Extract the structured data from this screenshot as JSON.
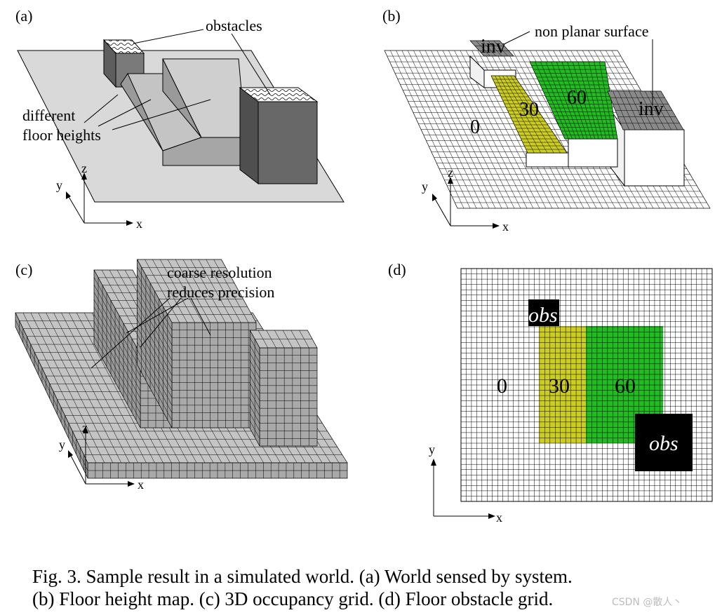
{
  "panels": {
    "a": {
      "label": "(a)",
      "obstacles_label": "obstacles",
      "floor_label_line1": "different",
      "floor_label_line2": "floor heights",
      "axis_x": "x",
      "axis_y": "y",
      "axis_z": "z"
    },
    "b": {
      "label": "(b)",
      "nonplanar_label": "non planar surface",
      "inv_left": "inv",
      "inv_right": "inv",
      "value_0": "0",
      "value_30": "30",
      "value_60": "60",
      "axis_x": "x",
      "axis_y": "y",
      "axis_z": "z"
    },
    "c": {
      "label": "(c)",
      "note_line1": "coarse resolution",
      "note_line2": "reduces precision",
      "axis_x": "x",
      "axis_y": "y",
      "axis_z": "z"
    },
    "d": {
      "label": "(d)",
      "obs_top": "obs",
      "obs_bottom": "obs",
      "value_0": "0",
      "value_30": "30",
      "value_60": "60",
      "axis_x": "x",
      "axis_y": "y"
    }
  },
  "caption": {
    "line1": "Fig. 3.    Sample result in a simulated world. (a) World sensed by system.",
    "line2": "(b) Floor height map. (c) 3D occupancy grid. (d) Floor obstacle grid."
  },
  "watermark": "CSDN @散人丶",
  "colors": {
    "floor_gray": "#d9d9d9",
    "dark_gray": "#6b6b6b",
    "mid_gray": "#a8a8a8",
    "light_gray": "#c8c8c8",
    "yellow": "#cccc22",
    "green": "#22bb22",
    "inv_gray": "#8a8a8a",
    "obs_black": "#000000"
  }
}
